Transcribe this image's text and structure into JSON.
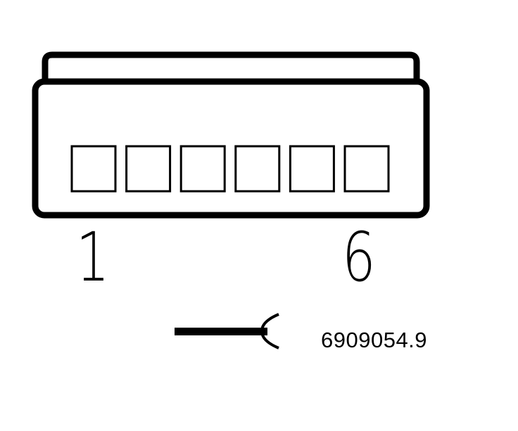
{
  "connector": {
    "pin_count": 6,
    "first_pin_label": "1",
    "last_pin_label": "6"
  },
  "part_number": "6909054.9",
  "colors": {
    "line": "#000000",
    "background": "#ffffff"
  },
  "symbol": {
    "icon": "female-connector-wire-icon"
  }
}
